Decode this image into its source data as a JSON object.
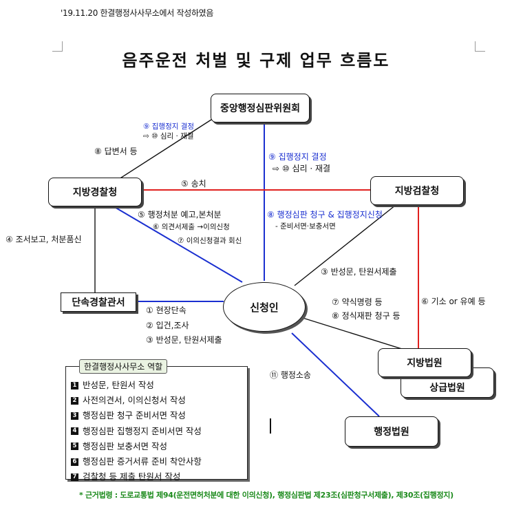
{
  "header_note": "'19.11.20  한결행정사사무소에서  작성하였음",
  "title": "음주운전  처벌  및  구제  업무  흐름도",
  "nodes": {
    "central_commission": "중앙행정심판위원회",
    "local_police": "지방경찰청",
    "local_prosecution": "지방검찰청",
    "enforcement_police": "단속경찰관서",
    "applicant": "신청인",
    "local_court": "지방법원",
    "higher_court": "상급법원",
    "admin_court": "행정법원"
  },
  "edge_labels": {
    "commission_to_police_blue": "⑨ 집행정지  결정",
    "commission_to_police_sub": "⇨ ⑩ 심리 · 재결",
    "police_to_commission": "⑧ 답변서 등",
    "commission_to_applicant_blue": "⑨ 집행정지  결정",
    "commission_to_applicant_sub": "⇨ ⑩ 심리 · 재결",
    "police_prosecution_red": "⑤ 송치",
    "police_report": "④ 조서보고,  처분품신",
    "police_to_applicant_1": "⑤ 행정처분  예고,본처분",
    "police_to_applicant_2": "⑥ 의견서제출 →이의신청",
    "police_to_applicant_3": "⑦ 이의신청결과 회신",
    "applicant_to_commission_blue": "⑧ 행정심판 청구 & 집행정지신청",
    "applicant_to_commission_sub": "- 준비서면·보충서면",
    "applicant_to_prosecution": "③ 반성문,  탄원서제출",
    "enforcement_1": "①  현장단속",
    "enforcement_2": "②  입건,조사",
    "enforcement_3": "③  반성문,  탄원서제출",
    "court_1": "⑦  약식명령  등",
    "court_2": "⑧  정식재판 청구 등",
    "prosecution_to_court": "⑥  기소  or  유예  등",
    "admin_litigation": "⑪  행정소송"
  },
  "role_box": {
    "title": "한결행정사사무소  역할",
    "items": [
      {
        "num": "1",
        "text": "반성문,  탄원서  작성"
      },
      {
        "num": "2",
        "text": "사전의견서,  이의신청서  작성"
      },
      {
        "num": "3",
        "text": "행정심판  청구  준비서면  작성"
      },
      {
        "num": "4",
        "text": "행정심판  집행정지  준비서면  작성"
      },
      {
        "num": "5",
        "text": "행정심판  보충서면  작성"
      },
      {
        "num": "6",
        "text": "행정심판  증거서류  준비  착안사항"
      },
      {
        "num": "7",
        "text": "검찰청  등  제출  탄원서  작성"
      }
    ]
  },
  "footer": "*  근거법령 :  도로교통법  제94(운전면허처분에  대한  이의신청),  행정심판법  제23조(심판청구서제출),  제30조(집행정지)",
  "colors": {
    "blue_line": "#1a2fd0",
    "red_line": "#e0201e",
    "black_line": "#111111",
    "footer_green": "#1b8a1b"
  }
}
